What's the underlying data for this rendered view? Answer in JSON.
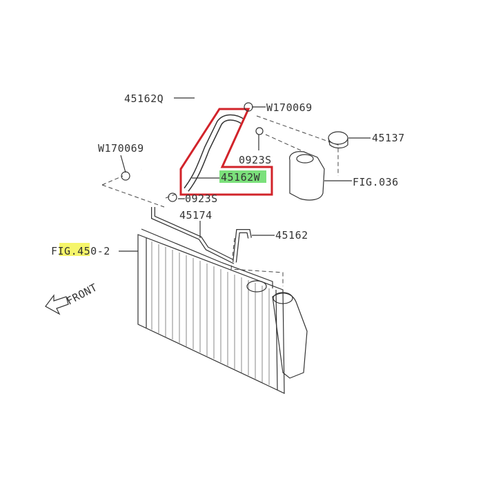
{
  "labels": {
    "hose_upper_q": "45162Q",
    "clamp_right": "W170069",
    "clamp_left": "W170069",
    "clip_upper": "0923S",
    "hose_w": "45162W",
    "clip_lower": "0923S",
    "cap": "45137",
    "fig_tank": "FIG.036",
    "pipe": "45174",
    "hose_small": "45162",
    "fig_radiator": "FIG.450-2",
    "front": "FRONT"
  },
  "colors": {
    "highlight_box": "#d2232a",
    "highlight_green": "#7be07b",
    "highlight_yellow": "#f5f56a"
  }
}
